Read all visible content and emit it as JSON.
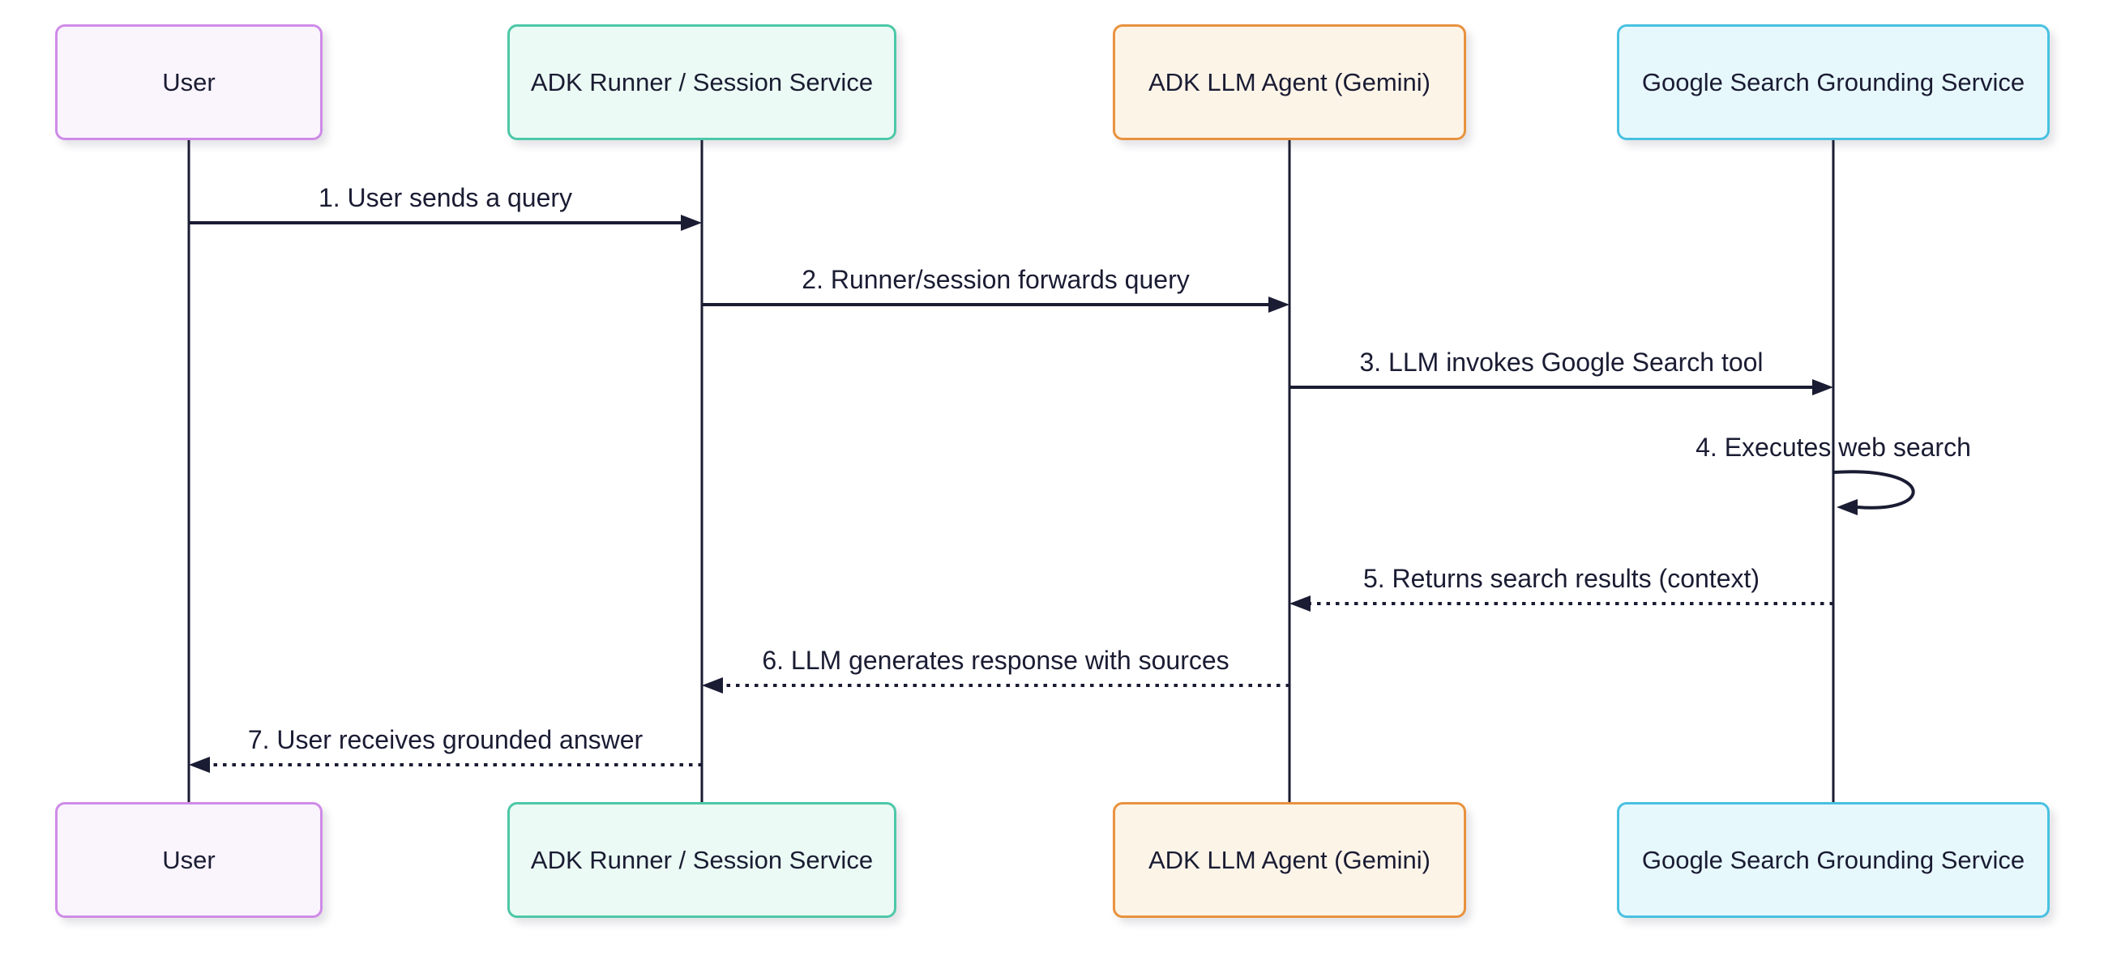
{
  "diagram": {
    "type": "sequence-diagram",
    "background": "#ffffff",
    "line_color": "#1a1c33",
    "text_color": "#1a1c33",
    "actors": [
      {
        "id": "user",
        "label": "User",
        "fill": "#faf4fd",
        "border": "#cf8be8"
      },
      {
        "id": "adk_runner",
        "label": "ADK Runner / Session Service",
        "fill": "#ebfaf4",
        "border": "#4dc8a8"
      },
      {
        "id": "adk_llm_agent",
        "label": "ADK LLM Agent (Gemini)",
        "fill": "#fdf4e8",
        "border": "#e8923e"
      },
      {
        "id": "google_search",
        "label": "Google Search Grounding Service",
        "fill": "#e7f8fd",
        "border": "#48c1e0"
      }
    ],
    "messages": [
      {
        "order": 1,
        "from": "user",
        "to": "adk_runner",
        "label": "1. User sends a query",
        "style": "solid"
      },
      {
        "order": 2,
        "from": "adk_runner",
        "to": "adk_llm_agent",
        "label": "2. Runner/session forwards query",
        "style": "solid"
      },
      {
        "order": 3,
        "from": "adk_llm_agent",
        "to": "google_search",
        "label": "3. LLM invokes Google Search tool",
        "style": "solid"
      },
      {
        "order": 4,
        "from": "google_search",
        "to": "google_search",
        "label": "4. Executes web search",
        "style": "solid-self"
      },
      {
        "order": 5,
        "from": "google_search",
        "to": "adk_llm_agent",
        "label": "5. Returns search results (context)",
        "style": "dotted"
      },
      {
        "order": 6,
        "from": "adk_llm_agent",
        "to": "adk_runner",
        "label": "6. LLM generates response with sources",
        "style": "dotted"
      },
      {
        "order": 7,
        "from": "adk_runner",
        "to": "user",
        "label": "7. User receives grounded answer",
        "style": "dotted"
      }
    ]
  }
}
